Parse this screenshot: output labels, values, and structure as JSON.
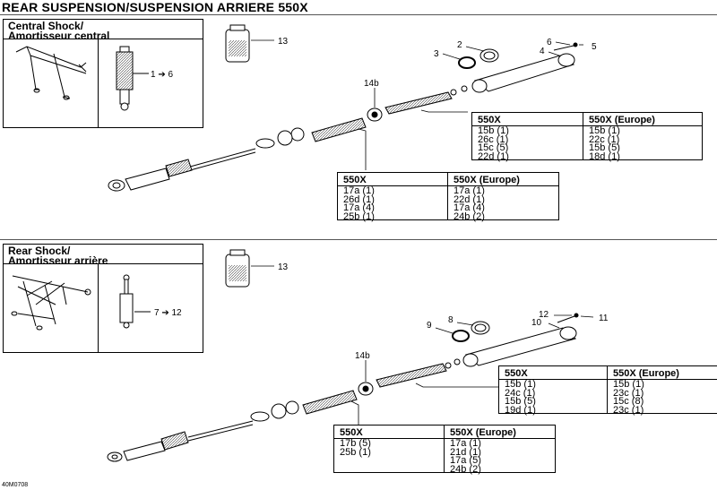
{
  "page": {
    "title": "REAR SUSPENSION/SUSPENSION ARRIERE 550X",
    "footer_code": "40M0708"
  },
  "central": {
    "header_line1": "Central Shock/",
    "header_line2": "Amortisseur central",
    "range_label": "1 ➔ 6",
    "oil_label": "13",
    "callouts": {
      "c2": "2",
      "c3": "3",
      "c4": "4",
      "c5": "5",
      "c6": "6",
      "c14b": "14b"
    },
    "table_a": {
      "col1_header": "550X",
      "col1_rows": [
        "15b (1)",
        "26c (1)",
        "15c (5)",
        "22d (1)"
      ],
      "col2_header": "550X (Europe)",
      "col2_rows": [
        "15b (1)",
        "22c (1)",
        "15b (5)",
        "18d (1)"
      ]
    },
    "table_b": {
      "col1_header": "550X",
      "col1_rows": [
        "17a (1)",
        "26d (1)",
        "17a (4)",
        "25b (1)"
      ],
      "col2_header": "550X (Europe)",
      "col2_rows": [
        "17a (1)",
        "22d (1)",
        "17a (4)",
        "24b (2)"
      ]
    }
  },
  "rear": {
    "header_line1": "Rear Shock/",
    "header_line2": "Amortisseur arrière",
    "range_label": "7 ➔ 12",
    "oil_label": "13",
    "callouts": {
      "c8": "8",
      "c9": "9",
      "c10": "10",
      "c11": "11",
      "c12": "12",
      "c14b": "14b"
    },
    "table_a": {
      "col1_header": "550X",
      "col1_rows": [
        "15b (1)",
        "24c (1)",
        "15b (5)",
        "19d (1)"
      ],
      "col2_header": "550X (Europe)",
      "col2_rows": [
        "15b (1)",
        "23c (1)",
        "15c (8)",
        "23c (1)"
      ]
    },
    "table_b": {
      "col1_header": "550X",
      "col1_rows": [
        "17b (5)",
        "25b (1)"
      ],
      "col2_header": "550X (Europe)",
      "col2_rows": [
        "17a (1)",
        "21d (1)",
        "17a (5)",
        "24b (2)"
      ]
    }
  }
}
